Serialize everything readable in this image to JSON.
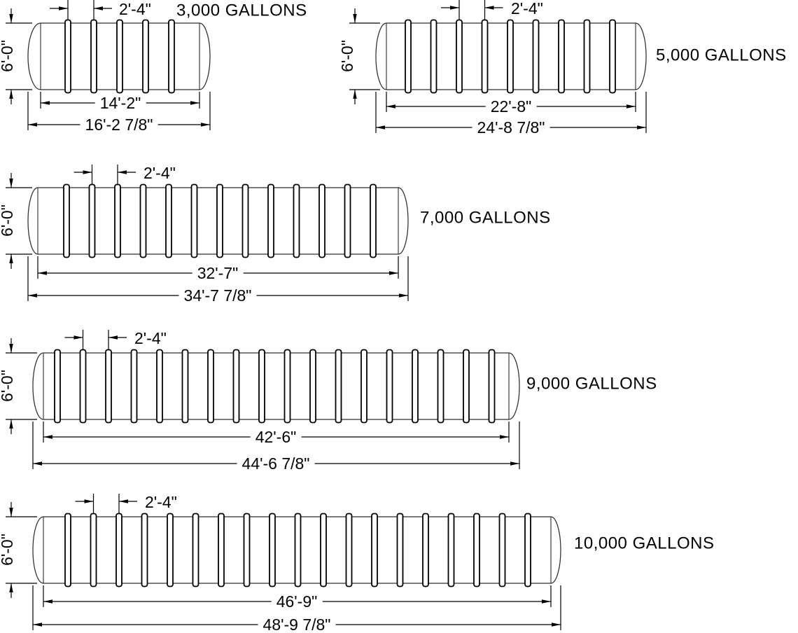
{
  "page": {
    "background": "#ffffff",
    "line_color": "#000000"
  },
  "tanks": [
    {
      "capacity_label": "3,000 GALLONS",
      "diameter_label": "6'-0\"",
      "rib_spacing_label": "2'-4\"",
      "body_length_label": "14'-2\"",
      "overall_length_label": "16'-2 7/8\"",
      "rib_count": 5
    },
    {
      "capacity_label": "5,000 GALLONS",
      "diameter_label": "6'-0\"",
      "rib_spacing_label": "2'-4\"",
      "body_length_label": "22'-8\"",
      "overall_length_label": "24'-8 7/8\"",
      "rib_count": 9
    },
    {
      "capacity_label": "7,000 GALLONS",
      "diameter_label": "6'-0\"",
      "rib_spacing_label": "2'-4\"",
      "body_length_label": "32'-7\"",
      "overall_length_label": "34'-7 7/8\"",
      "rib_count": 13
    },
    {
      "capacity_label": "9,000 GALLONS",
      "diameter_label": "6'-0\"",
      "rib_spacing_label": "2'-4\"",
      "body_length_label": "42'-6\"",
      "overall_length_label": "44'-6 7/8\"",
      "rib_count": 18
    },
    {
      "capacity_label": "10,000 GALLONS",
      "diameter_label": "6'-0\"",
      "rib_spacing_label": "2'-4\"",
      "body_length_label": "46'-9\"",
      "overall_length_label": "48'-9 7/8\"",
      "rib_count": 19
    }
  ]
}
